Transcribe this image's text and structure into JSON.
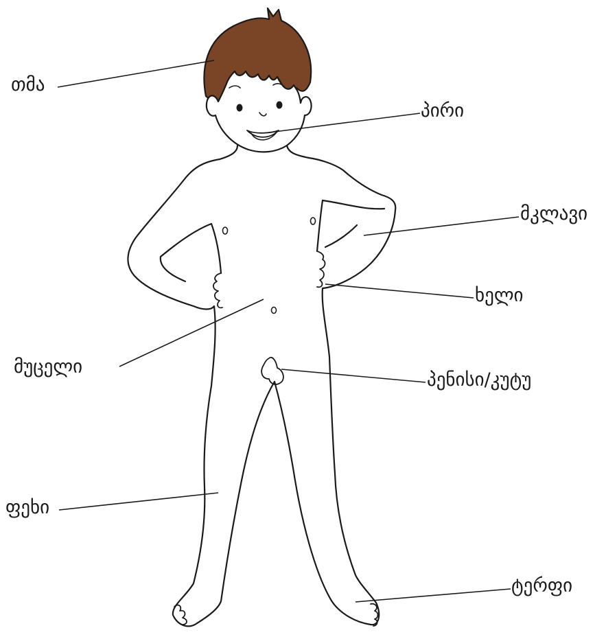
{
  "labels": {
    "head": "თმა",
    "mouth": "პირი",
    "arm": "მკლავი",
    "hand": "ხელი",
    "belly": "მუცელი",
    "penis": "პენისი/კუტუ",
    "leg": "ფეხი",
    "foot": "ტერფი"
  },
  "colors": {
    "hair": "#7a4426",
    "outline": "#1a1a1a",
    "background": "#ffffff"
  }
}
